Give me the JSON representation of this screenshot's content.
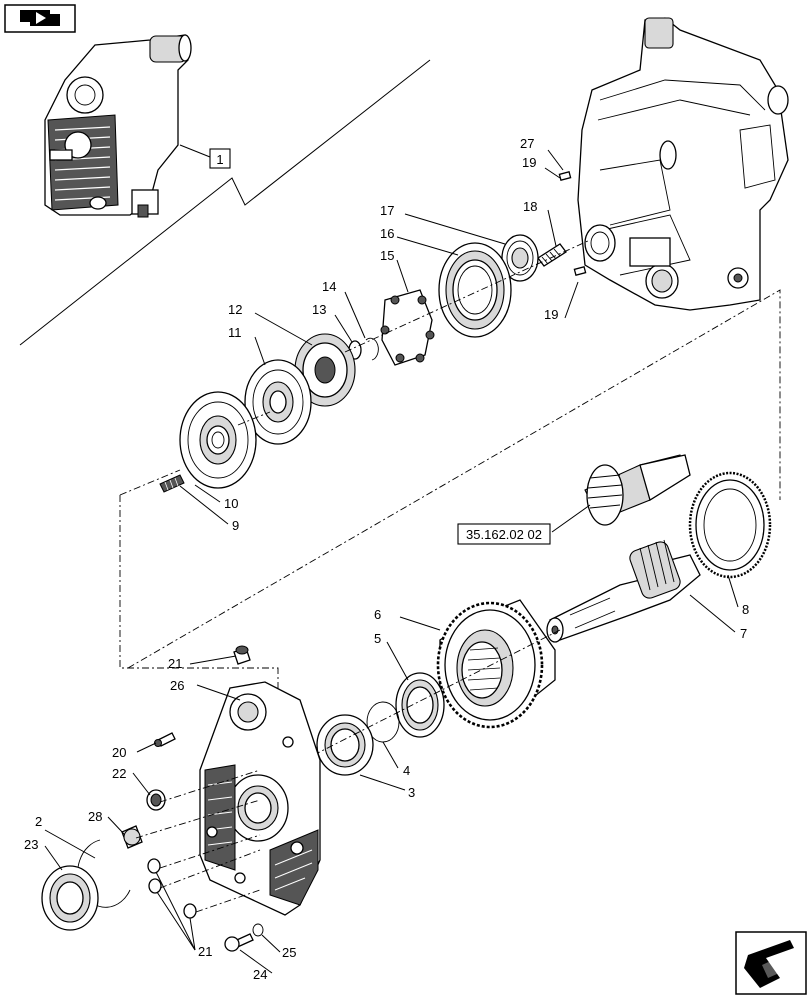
{
  "nav": {
    "top_left_icon": "book-arrow-icon",
    "bottom_right_icon": "return-arrow-icon"
  },
  "reference_box": "1",
  "ref_code": "35.162.02 02",
  "callouts": [
    {
      "key": "n27",
      "text": "27"
    },
    {
      "key": "n19a",
      "text": "19"
    },
    {
      "key": "n18",
      "text": "18"
    },
    {
      "key": "n17",
      "text": "17"
    },
    {
      "key": "n16",
      "text": "16"
    },
    {
      "key": "n15",
      "text": "15"
    },
    {
      "key": "n19b",
      "text": "19"
    },
    {
      "key": "n14",
      "text": "14"
    },
    {
      "key": "n13",
      "text": "13"
    },
    {
      "key": "n12",
      "text": "12"
    },
    {
      "key": "n11",
      "text": "11"
    },
    {
      "key": "n10",
      "text": "10"
    },
    {
      "key": "n9",
      "text": "9"
    },
    {
      "key": "n8",
      "text": "8"
    },
    {
      "key": "n7",
      "text": "7"
    },
    {
      "key": "n6",
      "text": "6"
    },
    {
      "key": "n5",
      "text": "5"
    },
    {
      "key": "n4",
      "text": "4"
    },
    {
      "key": "n3",
      "text": "3"
    },
    {
      "key": "n21a",
      "text": "21"
    },
    {
      "key": "n26",
      "text": "26"
    },
    {
      "key": "n20",
      "text": "20"
    },
    {
      "key": "n22",
      "text": "22"
    },
    {
      "key": "n28",
      "text": "28"
    },
    {
      "key": "n2",
      "text": "2"
    },
    {
      "key": "n23",
      "text": "23"
    },
    {
      "key": "n21b",
      "text": "21"
    },
    {
      "key": "n25",
      "text": "25"
    },
    {
      "key": "n24",
      "text": "24"
    }
  ]
}
